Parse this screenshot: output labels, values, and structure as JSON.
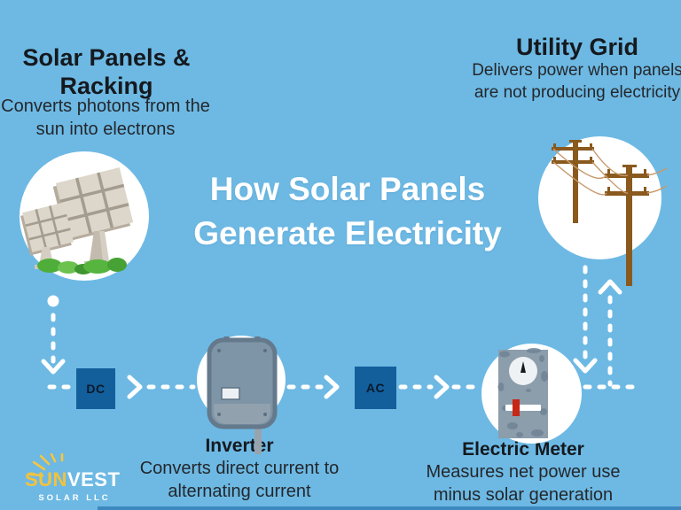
{
  "title": {
    "line1": "How Solar Panels",
    "line2": "Generate Electricity"
  },
  "nodes": {
    "solar_panels": {
      "heading": "Solar Panels & Racking",
      "description": "Converts photons from the sun into electrons"
    },
    "utility_grid": {
      "heading": "Utility Grid",
      "description": "Delivers power when panels are not producing electricity"
    },
    "inverter": {
      "heading": "Inverter",
      "description": "Converts direct current to alternating current"
    },
    "electric_meter": {
      "heading": "Electric Meter",
      "description": "Measures net power use minus solar generation"
    }
  },
  "flow_labels": {
    "dc": "DC",
    "ac": "AC"
  },
  "logo": {
    "brand_sun": "SUN",
    "brand_vest": "VEST",
    "tagline": "SOLAR LLC"
  },
  "icons": {
    "solar_panels": "solar-panels-icon",
    "utility_grid": "utility-pole-icon",
    "inverter": "inverter-icon",
    "electric_meter": "electric-meter-icon",
    "logo": "sun-rays-icon",
    "flow": "dashed-arrows"
  },
  "colors": {
    "background": "#6db9e4",
    "heading_text": "#15191e",
    "body_text": "#24272b",
    "title_text": "#ffffff",
    "label_box": "#135f9c",
    "label_text": "#0a1a2b",
    "arrow": "#ffffff",
    "bottom_bar": "#3d88bf",
    "logo_yellow": "#f2c23d",
    "logo_white": "#ffffff"
  }
}
